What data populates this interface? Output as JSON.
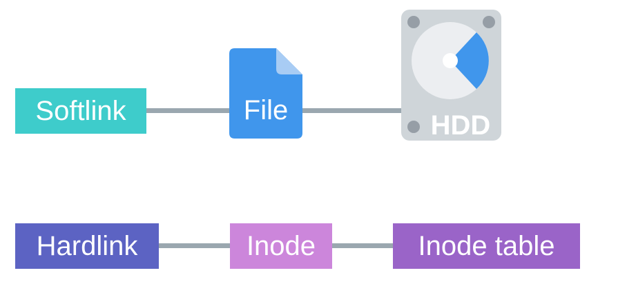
{
  "nodes": {
    "softlink": "Softlink",
    "file": "File",
    "hdd": "HDD",
    "hardlink": "Hardlink",
    "inode": "Inode",
    "inode_table": "Inode table"
  },
  "colors": {
    "softlink": "#3ecccb",
    "file": "#4096ec",
    "file_fold": "#a8ccf4",
    "hdd_body": "#cfd5d9",
    "hdd_disc": "#eceef1",
    "hdd_sector": "#4096ec",
    "hdd_screw": "#969ea6",
    "hardlink": "#5c63c3",
    "inode": "#cc86db",
    "inode_table": "#9a64c8",
    "connector": "#9aa7af"
  },
  "icons": {
    "file": "document-icon",
    "hdd": "hard-disk-icon"
  }
}
